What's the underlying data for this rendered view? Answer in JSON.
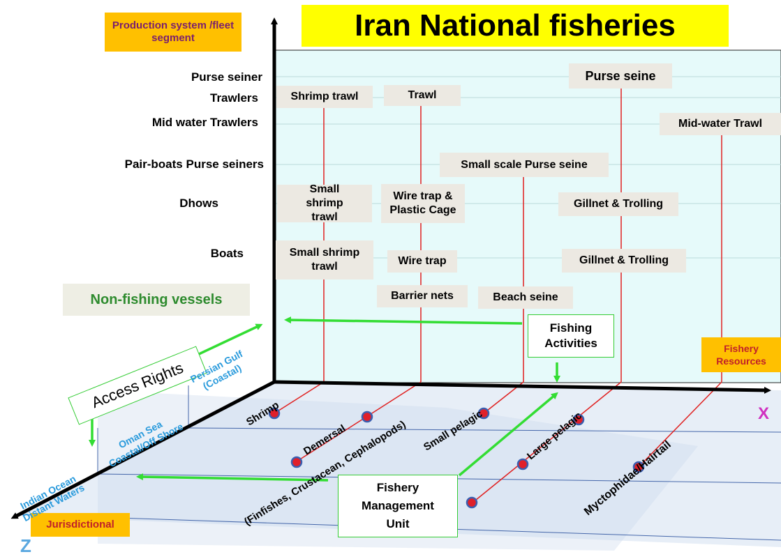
{
  "title": "Iran National fisheries",
  "axes": {
    "y_label": "Production system /fleet segment",
    "x_label": "Fishery Resources",
    "x_letter": "X",
    "z_label": "Jurisdictional",
    "z_letter": "Z"
  },
  "fleet_segments": [
    "Purse seiner",
    "Trawlers",
    "Mid water Trawlers",
    "Pair-boats Purse seiners",
    "Dhows",
    "Boats",
    "Non-fishing vessels"
  ],
  "gears": {
    "shrimp_trawl": "Shrimp trawl",
    "trawl": "Trawl",
    "purse_seine": "Purse seine",
    "mid_water_trawl": "Mid-water Trawl",
    "small_scale_purse_seine": "Small scale Purse seine",
    "small_shrimp_trawl_dhow": "Small shrimp trawl",
    "wire_trap_plastic_cage": "Wire trap & Plastic Cage",
    "gillnet_trolling_dhow": "Gillnet & Trolling",
    "small_shrimp_trawl_boat": "Small shrimp trawl",
    "wire_trap": "Wire trap",
    "gillnet_trolling_boat": "Gillnet & Trolling",
    "barrier_nets": "Barrier nets",
    "beach_seine": "Beach seine"
  },
  "resources": {
    "shrimp": "Shrimp",
    "demersal": "Demersal",
    "demersal_detail": "(Finfishes, Crustacean, Cephalopods)",
    "small_pelagic": "Small pelagic",
    "large_pelagic": "Large pelagic",
    "myctophidae": "Myctophidae/Hairtail"
  },
  "jurisdictions": {
    "persian_gulf": "Persian Gulf",
    "persian_gulf_sub": "(Coastal)",
    "oman_sea": "Oman Sea",
    "oman_sea_sub": "Coastal/Off Shore",
    "indian_ocean": "Indian Ocean",
    "indian_ocean_sub": "Distant Waters"
  },
  "concepts": {
    "access_rights": "Access Rights",
    "fishing_activities": "Fishing Activities",
    "fishery_management_unit": "Fishery Management Unit"
  },
  "colors": {
    "title_bg": "#ffff00",
    "plane_bg": "#e6fafa",
    "red_line": "#e02020",
    "green_arrow": "#33dd33",
    "orange_label": "#ffc000",
    "blue_text": "#2b9bdc",
    "green_text": "#2e8b2e",
    "dot_fill": "#e0202a",
    "dot_ring": "#3a5fb0"
  }
}
